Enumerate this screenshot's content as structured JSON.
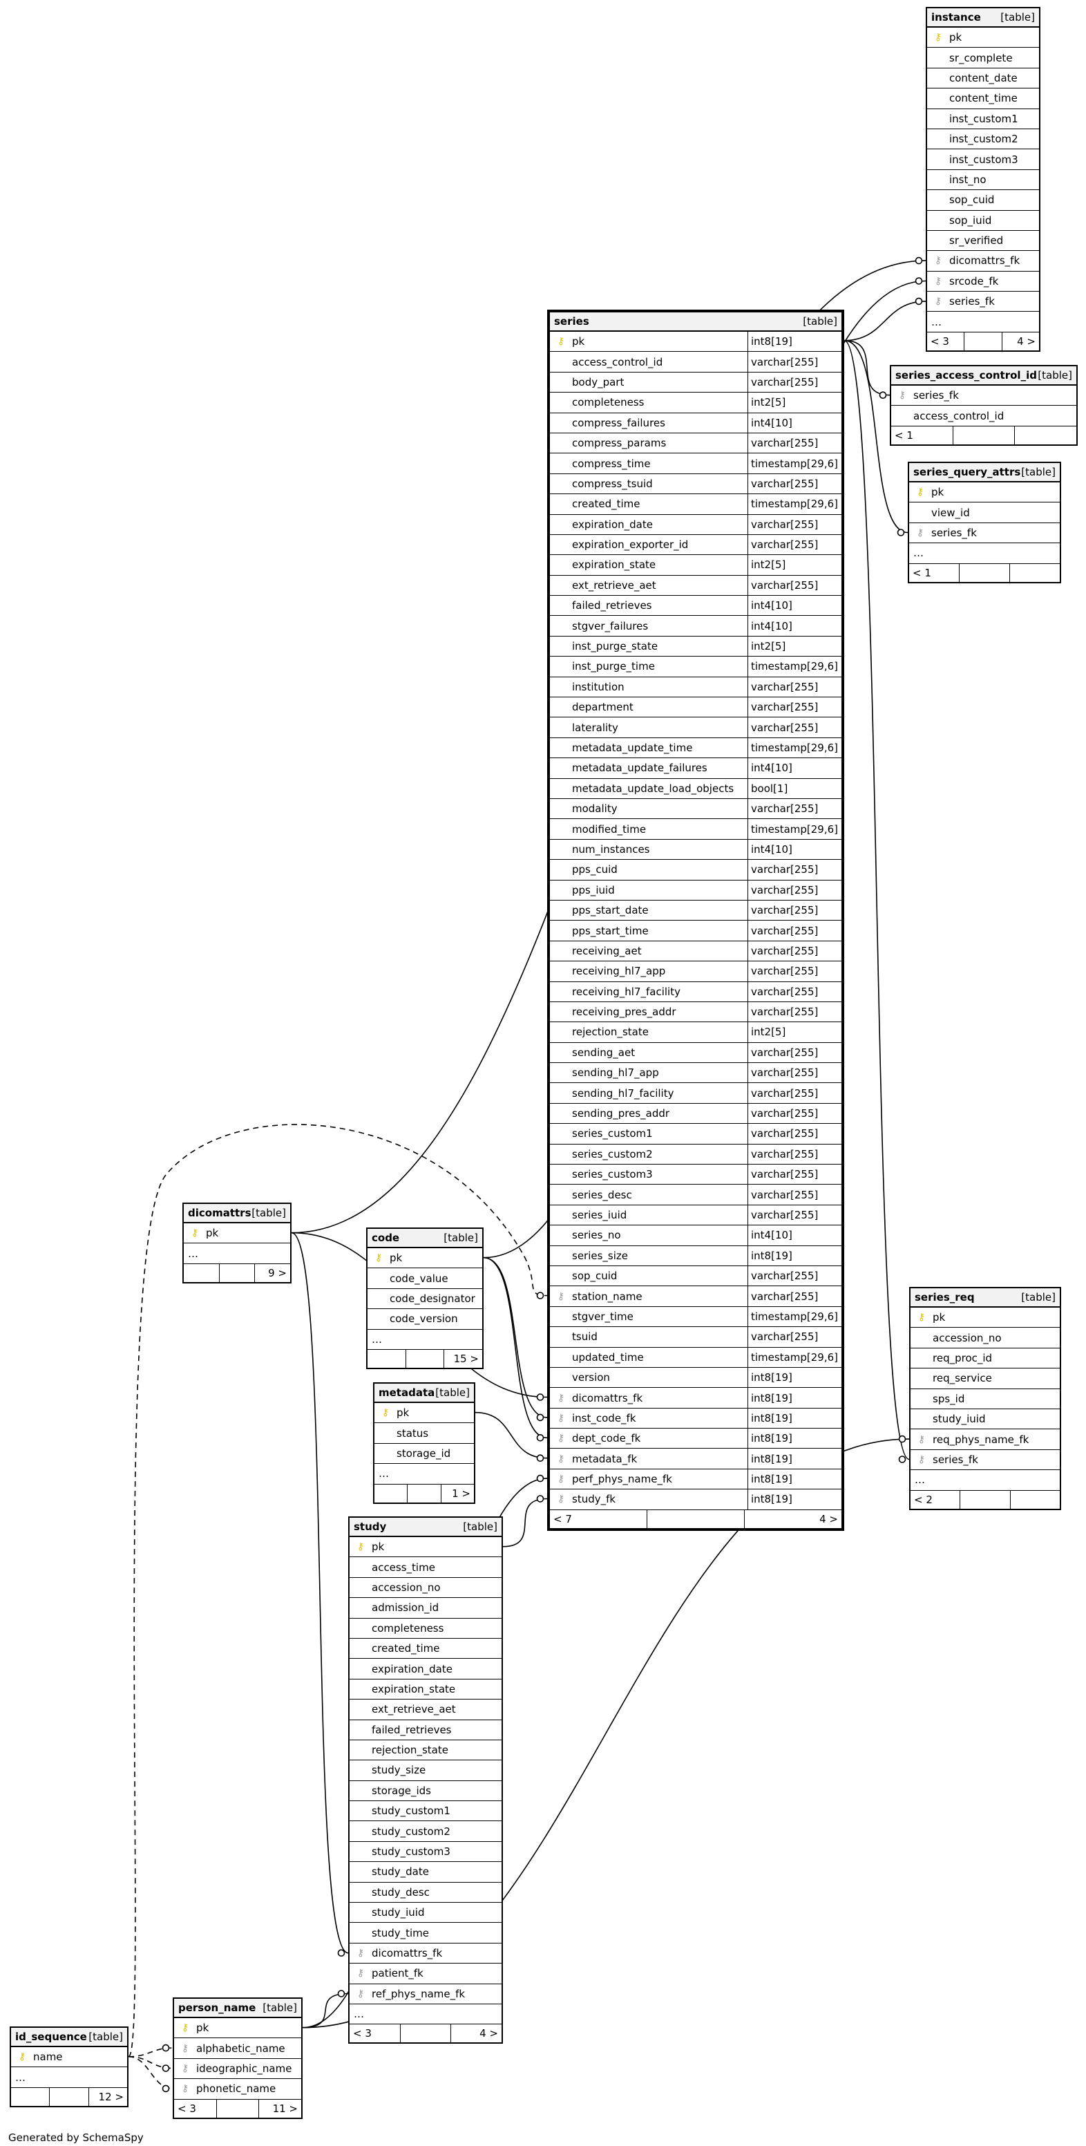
{
  "footer": "Generated by SchemaSpy",
  "tag": "[table]",
  "tables": [
    {
      "id": "instance",
      "name": "instance",
      "cols": [
        {
          "n": "pk",
          "k": "pk"
        },
        {
          "n": "sr_complete"
        },
        {
          "n": "content_date"
        },
        {
          "n": "content_time"
        },
        {
          "n": "inst_custom1"
        },
        {
          "n": "inst_custom2"
        },
        {
          "n": "inst_custom3"
        },
        {
          "n": "inst_no"
        },
        {
          "n": "sop_cuid"
        },
        {
          "n": "sop_iuid"
        },
        {
          "n": "sr_verified"
        },
        {
          "n": "dicomattrs_fk",
          "k": "fk"
        },
        {
          "n": "srcode_fk",
          "k": "fk"
        },
        {
          "n": "series_fk",
          "k": "fk"
        },
        {
          "n": "..."
        }
      ],
      "foot": [
        "< 3",
        "",
        "4 >"
      ]
    },
    {
      "id": "series",
      "name": "series",
      "cols": [
        {
          "n": "pk",
          "k": "pk",
          "t": "int8[19]"
        },
        {
          "n": "access_control_id",
          "t": "varchar[255]"
        },
        {
          "n": "body_part",
          "t": "varchar[255]"
        },
        {
          "n": "completeness",
          "t": "int2[5]"
        },
        {
          "n": "compress_failures",
          "t": "int4[10]"
        },
        {
          "n": "compress_params",
          "t": "varchar[255]"
        },
        {
          "n": "compress_time",
          "t": "timestamp[29,6]"
        },
        {
          "n": "compress_tsuid",
          "t": "varchar[255]"
        },
        {
          "n": "created_time",
          "t": "timestamp[29,6]"
        },
        {
          "n": "expiration_date",
          "t": "varchar[255]"
        },
        {
          "n": "expiration_exporter_id",
          "t": "varchar[255]"
        },
        {
          "n": "expiration_state",
          "t": "int2[5]"
        },
        {
          "n": "ext_retrieve_aet",
          "t": "varchar[255]"
        },
        {
          "n": "failed_retrieves",
          "t": "int4[10]"
        },
        {
          "n": "stgver_failures",
          "t": "int4[10]"
        },
        {
          "n": "inst_purge_state",
          "t": "int2[5]"
        },
        {
          "n": "inst_purge_time",
          "t": "timestamp[29,6]"
        },
        {
          "n": "institution",
          "t": "varchar[255]"
        },
        {
          "n": "department",
          "t": "varchar[255]"
        },
        {
          "n": "laterality",
          "t": "varchar[255]"
        },
        {
          "n": "metadata_update_time",
          "t": "timestamp[29,6]"
        },
        {
          "n": "metadata_update_failures",
          "t": "int4[10]"
        },
        {
          "n": "metadata_update_load_objects",
          "t": "bool[1]"
        },
        {
          "n": "modality",
          "t": "varchar[255]"
        },
        {
          "n": "modified_time",
          "t": "timestamp[29,6]"
        },
        {
          "n": "num_instances",
          "t": "int4[10]"
        },
        {
          "n": "pps_cuid",
          "t": "varchar[255]"
        },
        {
          "n": "pps_iuid",
          "t": "varchar[255]"
        },
        {
          "n": "pps_start_date",
          "t": "varchar[255]"
        },
        {
          "n": "pps_start_time",
          "t": "varchar[255]"
        },
        {
          "n": "receiving_aet",
          "t": "varchar[255]"
        },
        {
          "n": "receiving_hl7_app",
          "t": "varchar[255]"
        },
        {
          "n": "receiving_hl7_facility",
          "t": "varchar[255]"
        },
        {
          "n": "receiving_pres_addr",
          "t": "varchar[255]"
        },
        {
          "n": "rejection_state",
          "t": "int2[5]"
        },
        {
          "n": "sending_aet",
          "t": "varchar[255]"
        },
        {
          "n": "sending_hl7_app",
          "t": "varchar[255]"
        },
        {
          "n": "sending_hl7_facility",
          "t": "varchar[255]"
        },
        {
          "n": "sending_pres_addr",
          "t": "varchar[255]"
        },
        {
          "n": "series_custom1",
          "t": "varchar[255]"
        },
        {
          "n": "series_custom2",
          "t": "varchar[255]"
        },
        {
          "n": "series_custom3",
          "t": "varchar[255]"
        },
        {
          "n": "series_desc",
          "t": "varchar[255]"
        },
        {
          "n": "series_iuid",
          "t": "varchar[255]"
        },
        {
          "n": "series_no",
          "t": "int4[10]"
        },
        {
          "n": "series_size",
          "t": "int8[19]"
        },
        {
          "n": "sop_cuid",
          "t": "varchar[255]"
        },
        {
          "n": "station_name",
          "k": "fk",
          "t": "varchar[255]"
        },
        {
          "n": "stgver_time",
          "t": "timestamp[29,6]"
        },
        {
          "n": "tsuid",
          "t": "varchar[255]"
        },
        {
          "n": "updated_time",
          "t": "timestamp[29,6]"
        },
        {
          "n": "version",
          "t": "int8[19]"
        },
        {
          "n": "dicomattrs_fk",
          "k": "fk",
          "t": "int8[19]"
        },
        {
          "n": "inst_code_fk",
          "k": "fk",
          "t": "int8[19]"
        },
        {
          "n": "dept_code_fk",
          "k": "fk",
          "t": "int8[19]"
        },
        {
          "n": "metadata_fk",
          "k": "fk",
          "t": "int8[19]"
        },
        {
          "n": "perf_phys_name_fk",
          "k": "fk",
          "t": "int8[19]"
        },
        {
          "n": "study_fk",
          "k": "fk",
          "t": "int8[19]"
        }
      ],
      "foot": [
        "< 7",
        "",
        "4 >"
      ]
    },
    {
      "id": "series_access_control_id",
      "name": "series_access_control_id",
      "cols": [
        {
          "n": "series_fk",
          "k": "fk"
        },
        {
          "n": "access_control_id"
        }
      ],
      "foot": [
        "< 1",
        "",
        ""
      ]
    },
    {
      "id": "series_query_attrs",
      "name": "series_query_attrs",
      "cols": [
        {
          "n": "pk",
          "k": "pk"
        },
        {
          "n": "view_id"
        },
        {
          "n": "series_fk",
          "k": "fk"
        },
        {
          "n": "..."
        }
      ],
      "foot": [
        "< 1",
        "",
        ""
      ]
    },
    {
      "id": "dicomattrs",
      "name": "dicomattrs",
      "cols": [
        {
          "n": "pk",
          "k": "pk"
        },
        {
          "n": "..."
        }
      ],
      "foot": [
        "",
        "",
        "9 >"
      ]
    },
    {
      "id": "code",
      "name": "code",
      "cols": [
        {
          "n": "pk",
          "k": "pk"
        },
        {
          "n": "code_value"
        },
        {
          "n": "code_designator"
        },
        {
          "n": "code_version"
        },
        {
          "n": "..."
        }
      ],
      "foot": [
        "",
        "",
        "15 >"
      ]
    },
    {
      "id": "metadata",
      "name": "metadata",
      "cols": [
        {
          "n": "pk",
          "k": "pk"
        },
        {
          "n": "status"
        },
        {
          "n": "storage_id"
        },
        {
          "n": "..."
        }
      ],
      "foot": [
        "",
        "",
        "1 >"
      ]
    },
    {
      "id": "study",
      "name": "study",
      "cols": [
        {
          "n": "pk",
          "k": "pk"
        },
        {
          "n": "access_time"
        },
        {
          "n": "accession_no"
        },
        {
          "n": "admission_id"
        },
        {
          "n": "completeness"
        },
        {
          "n": "created_time"
        },
        {
          "n": "expiration_date"
        },
        {
          "n": "expiration_state"
        },
        {
          "n": "ext_retrieve_aet"
        },
        {
          "n": "failed_retrieves"
        },
        {
          "n": "rejection_state"
        },
        {
          "n": "study_size"
        },
        {
          "n": "storage_ids"
        },
        {
          "n": "study_custom1"
        },
        {
          "n": "study_custom2"
        },
        {
          "n": "study_custom3"
        },
        {
          "n": "study_date"
        },
        {
          "n": "study_desc"
        },
        {
          "n": "study_iuid"
        },
        {
          "n": "study_time"
        },
        {
          "n": "dicomattrs_fk",
          "k": "fk"
        },
        {
          "n": "patient_fk",
          "k": "fk"
        },
        {
          "n": "ref_phys_name_fk",
          "k": "fk"
        },
        {
          "n": "..."
        }
      ],
      "foot": [
        "< 3",
        "",
        "4 >"
      ]
    },
    {
      "id": "series_req",
      "name": "series_req",
      "cols": [
        {
          "n": "pk",
          "k": "pk"
        },
        {
          "n": "accession_no"
        },
        {
          "n": "req_proc_id"
        },
        {
          "n": "req_service"
        },
        {
          "n": "sps_id"
        },
        {
          "n": "study_iuid"
        },
        {
          "n": "req_phys_name_fk",
          "k": "fk"
        },
        {
          "n": "series_fk",
          "k": "fk"
        },
        {
          "n": "..."
        }
      ],
      "foot": [
        "< 2",
        "",
        ""
      ]
    },
    {
      "id": "person_name",
      "name": "person_name",
      "cols": [
        {
          "n": "pk",
          "k": "pk"
        },
        {
          "n": "alphabetic_name",
          "k": "fk"
        },
        {
          "n": "ideographic_name",
          "k": "fk"
        },
        {
          "n": "phonetic_name",
          "k": "fk"
        }
      ],
      "foot": [
        "< 3",
        "",
        "11 >"
      ]
    },
    {
      "id": "id_sequence",
      "name": "id_sequence",
      "cols": [
        {
          "n": "name",
          "k": "pk"
        },
        {
          "n": "..."
        }
      ],
      "foot": [
        "",
        "",
        "12 >"
      ]
    }
  ]
}
